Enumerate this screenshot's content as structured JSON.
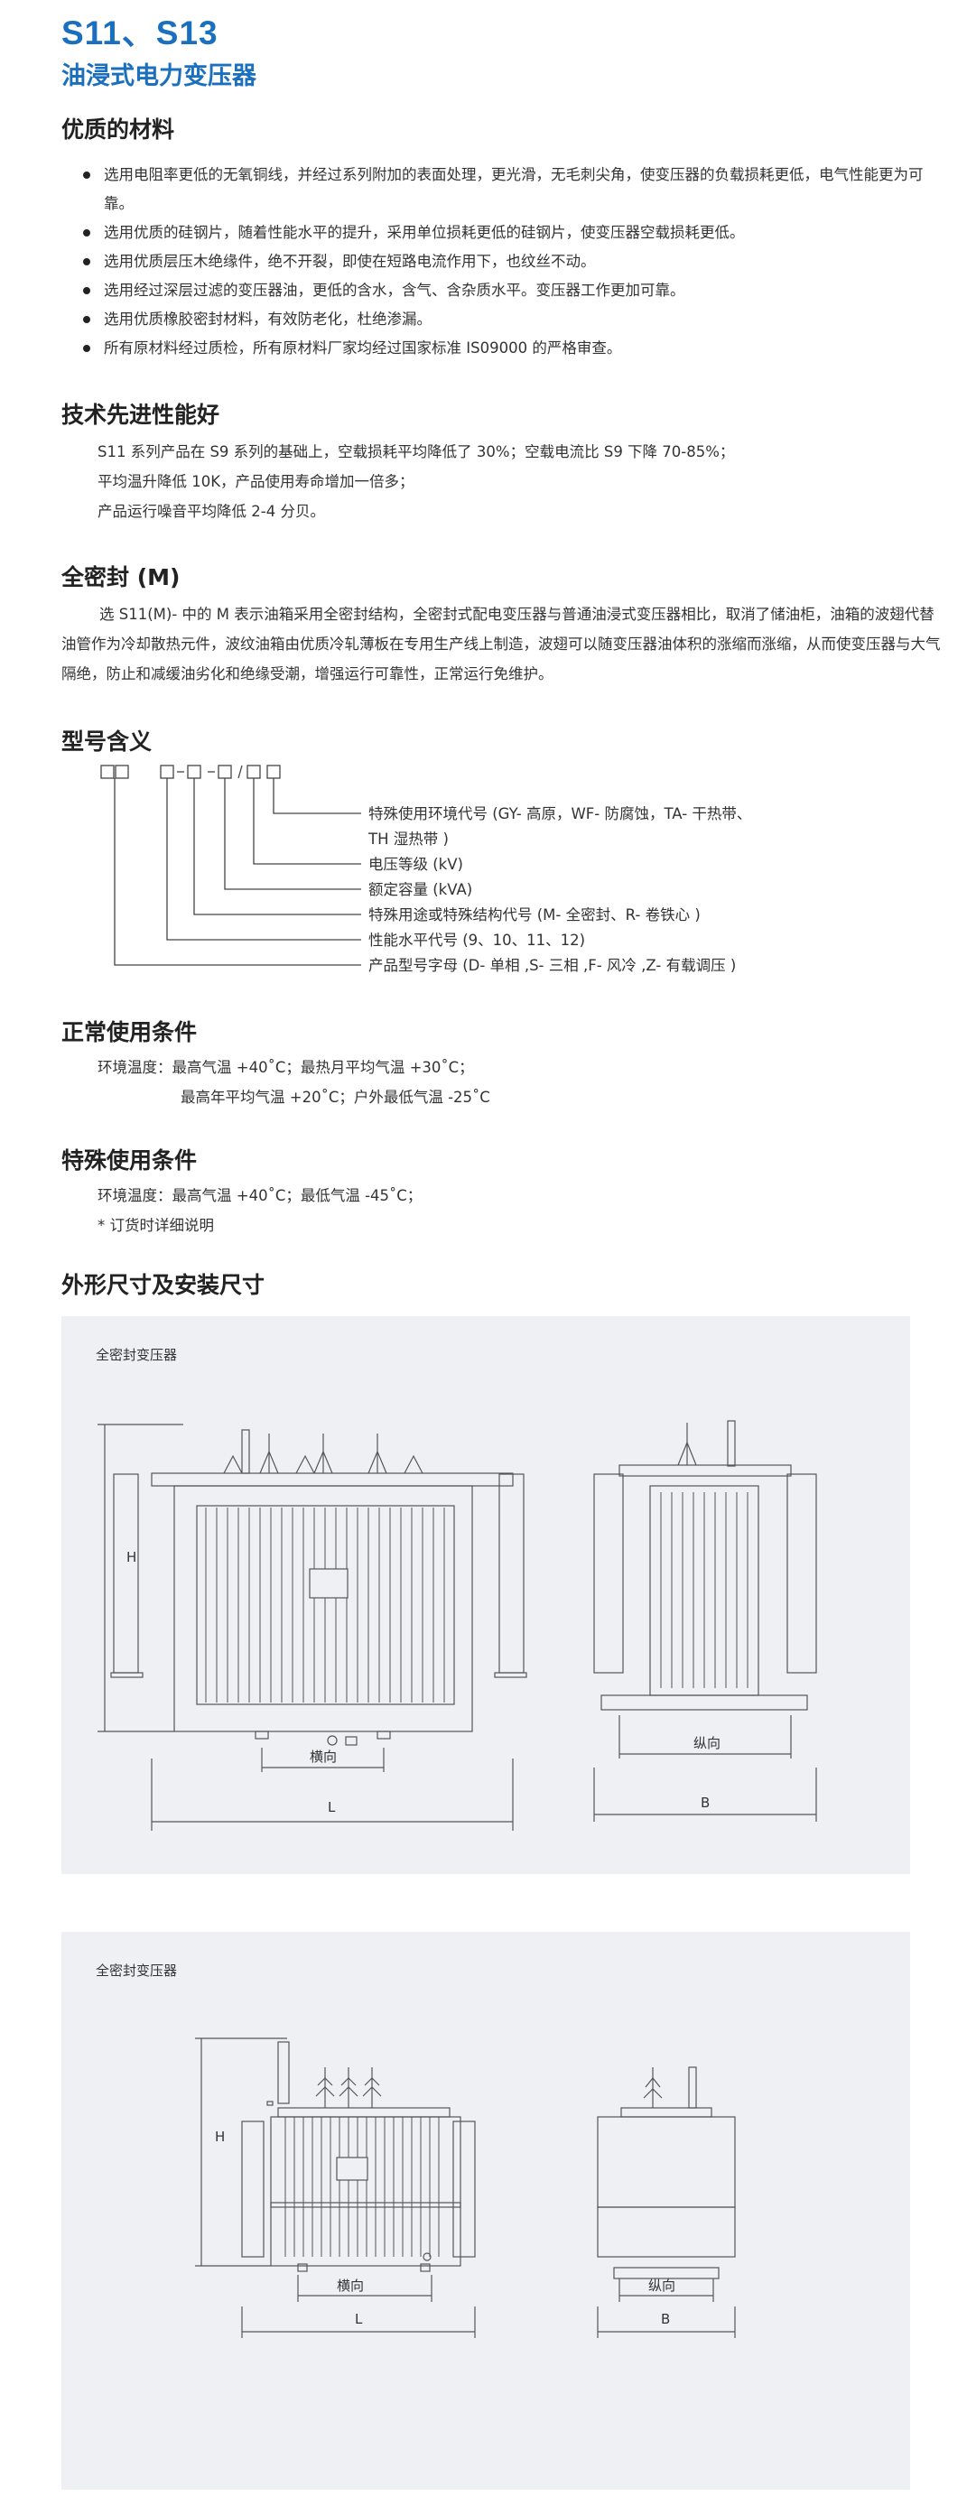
{
  "header": {
    "title": "S11、S13",
    "subtitle": "油浸式电力变压器"
  },
  "materials": {
    "heading": "优质的材料",
    "items": [
      "选用电阻率更低的无氧铜线，并经过系列附加的表面处理，更光滑，无毛刺尖角，使变压器的负载损耗更低，电气性能更为可靠。",
      "选用优质的硅钢片，随着性能水平的提升，采用单位损耗更低的硅钢片，使变压器空载损耗更低。",
      "选用优质层压木绝缘件，绝不开裂，即使在短路电流作用下，也纹丝不动。",
      "选用经过深层过滤的变压器油，更低的含水，含气、含杂质水平。变压器工作更加可靠。",
      "选用优质橡胶密封材料，有效防老化，杜绝渗漏。",
      "所有原材料经过质检，所有原材料厂家均经过国家标准 IS09000 的严格审查。"
    ]
  },
  "tech": {
    "heading": "技术先进性能好",
    "lines": [
      "S11 系列产品在 S9 系列的基础上，空载损耗平均降低了 30%；空载电流比 S9 下降 70-85%；",
      "平均温升降低 10K，产品使用寿命增加一倍多；",
      "产品运行噪音平均降低 2-4 分贝。"
    ]
  },
  "sealed": {
    "heading": "全密封 (M)",
    "text": "选 S11(M)- 中的 M 表示油箱采用全密封结构，全密封式配电变压器与普通油浸式变压器相比，取消了储油柜，油箱的波翅代替油管作为冷却散热元件，波纹油箱由优质冷轧薄板在专用生产线上制造，波翅可以随变压器油体积的涨缩而涨缩，从而使变压器与大气隔绝，防止和减缓油劣化和绝缘受潮，增强运行可靠性，正常运行免维护。"
  },
  "model": {
    "heading": "型号含义",
    "code": "□□  □-□ -□/□□",
    "items": [
      "特殊使用环境代号 (GY- 高原，WF- 防腐蚀，TA- 干热带、",
      "TH 湿热带 )",
      "电压等级 (kV)",
      "额定容量 (kVA)",
      "特殊用途或特殊结构代号 (M- 全密封、R- 卷铁心 )",
      "性能水平代号 (9、10、11、12)",
      "产品型号字母 (D- 单相 ,S- 三相 ,F- 风冷 ,Z- 有载调压 )"
    ]
  },
  "normal": {
    "heading": "正常使用条件",
    "line1": "环境温度：最高气温 +40˚C；最热月平均气温 +30˚C；",
    "line2": "最高年平均气温 +20˚C；户外最低气温 -25˚C"
  },
  "special": {
    "heading": "特殊使用条件",
    "line1": "环境温度：最高气温 +40˚C；最低气温 -45˚C；",
    "line2": "* 订货时详细说明"
  },
  "dimensions": {
    "heading": "外形尺寸及安装尺寸",
    "panels": [
      {
        "caption": "全密封变压器",
        "h": "H",
        "front_dir": "横向",
        "front_dim": "L",
        "side_dir": "纵向",
        "side_dim": "B"
      },
      {
        "caption": "全密封变压器",
        "h": "H",
        "front_dir": "横向",
        "front_dim": "L",
        "side_dir": "纵向",
        "side_dim": "B"
      }
    ]
  },
  "colors": {
    "accent": "#1a6fbf",
    "panel_bg": "#eef0f3",
    "line": "#555555"
  }
}
